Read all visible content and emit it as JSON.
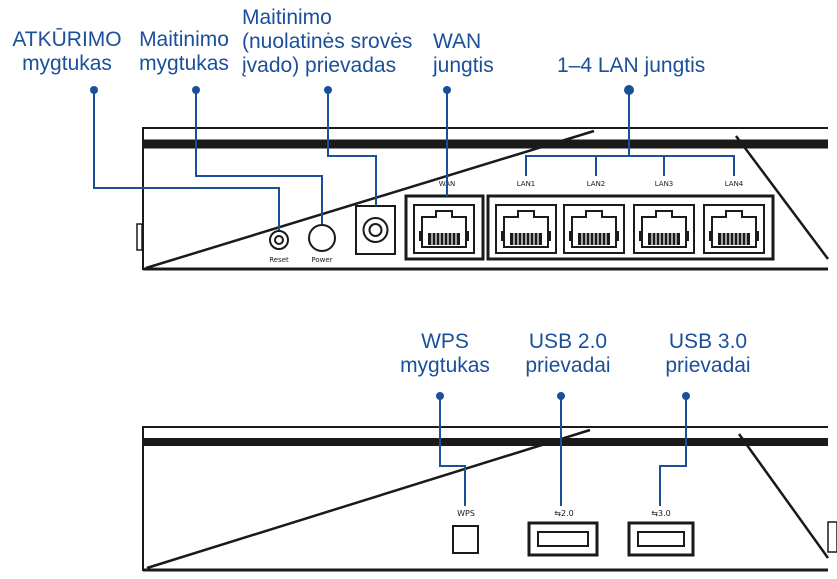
{
  "callouts_top": {
    "reset": [
      "ATKŪRIMO",
      "mygtukas"
    ],
    "power_button": [
      "Maitinimo",
      "mygtukas"
    ],
    "dc_port": [
      "Maitinimo",
      "(nuolatinės srovės",
      "įvado) prievadas"
    ],
    "wan": [
      "WAN",
      "jungtis"
    ],
    "lan": [
      "1–4 LAN jungtis"
    ]
  },
  "callouts_bottom": {
    "wps": [
      "WPS",
      "mygtukas"
    ],
    "usb2": [
      "USB 2.0",
      "prievadai"
    ],
    "usb3": [
      "USB 3.0",
      "prievadai"
    ]
  },
  "device_labels_top": {
    "reset": "Reset",
    "power": "Power",
    "wan": "WAN",
    "lan1": "LAN1",
    "lan2": "LAN2",
    "lan3": "LAN3",
    "lan4": "LAN4"
  },
  "device_labels_bottom": {
    "wps": "WPS",
    "usb2": "⇆2.0",
    "usb3": "⇆3.0"
  },
  "colors": {
    "label": "#1b4f9a",
    "leader": "#1b4f9a",
    "outline": "#1a1a1a"
  }
}
